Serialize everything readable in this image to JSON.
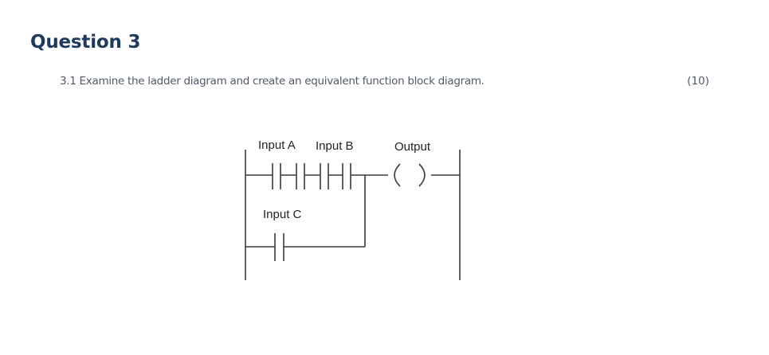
{
  "question": {
    "heading": "Question 3",
    "text": "3.1 Examine the ladder diagram and create an equivalent function block diagram.",
    "marks": "(10)"
  },
  "ladder": {
    "labels": {
      "input_a": "Input A",
      "input_b": "Input B",
      "input_c": "Input C",
      "output": "Output"
    }
  }
}
